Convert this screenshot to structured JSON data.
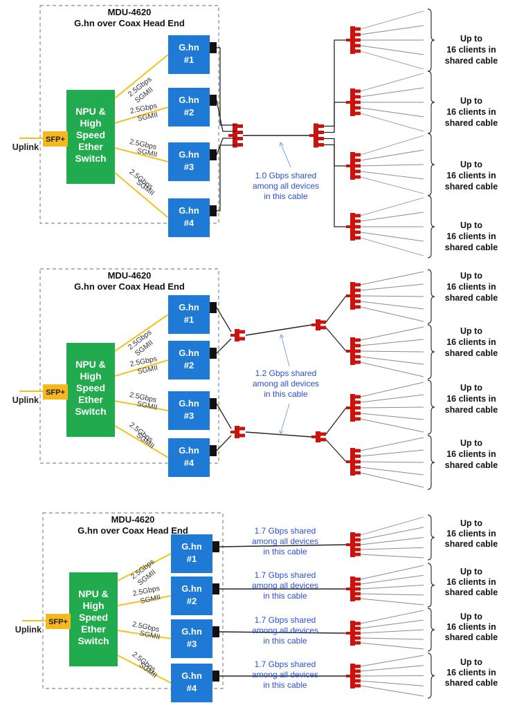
{
  "colors": {
    "ghn_box": "#1f7ad6",
    "npu_box": "#22aa4e",
    "sfp_box": "#f6b81f",
    "sgmii_line": "#f3c219",
    "splitter": "#c8130e",
    "cable": "#222222",
    "annotation_text": "#2a4fd6",
    "annotation_arrow": "#7aa7e0",
    "dashed_border": "#888888"
  },
  "icons": [
    "splitter-icon",
    "connector-icon",
    "brace-icon",
    "arrow-icon"
  ],
  "panels": [
    {
      "title_line1": "MDU-4620",
      "title_line2": "G.hn over Coax Head End",
      "npu_lines": [
        "NPU &",
        "High",
        "Speed",
        "Ether",
        "Switch"
      ],
      "sfp": "SFP+",
      "uplink": "Uplink",
      "links": [
        {
          "speed": "2.5Gbps",
          "iface": "SGMII"
        },
        {
          "speed": "2.5Gbps",
          "iface": "SGMII"
        },
        {
          "speed": "2.5Gbps",
          "iface": "SGMII"
        },
        {
          "speed": "2.5Gbps",
          "iface": "SGMII"
        }
      ],
      "ghn": [
        {
          "name": "G.hn",
          "num": "#1"
        },
        {
          "name": "G.hn",
          "num": "#2"
        },
        {
          "name": "G.hn",
          "num": "#3"
        },
        {
          "name": "G.hn",
          "num": "#4"
        }
      ],
      "shared_notes": [
        [
          "1.0 Gbps shared",
          "among all devices",
          "in this cable"
        ]
      ],
      "clients": [
        [
          "Up to",
          "16 clients in",
          "shared cable"
        ],
        [
          "Up to",
          "16 clients in",
          "shared cable"
        ],
        [
          "Up to",
          "16 clients in",
          "shared cable"
        ],
        [
          "Up to",
          "16 clients in",
          "shared cable"
        ]
      ]
    },
    {
      "title_line1": "MDU-4620",
      "title_line2": "G.hn over Coax Head End",
      "npu_lines": [
        "NPU &",
        "High",
        "Speed",
        "Ether",
        "Switch"
      ],
      "sfp": "SFP+",
      "uplink": "Uplink",
      "links": [
        {
          "speed": "2.5Gbps",
          "iface": "SGMII"
        },
        {
          "speed": "2.5Gbps",
          "iface": "SGMII"
        },
        {
          "speed": "2.5Gbps",
          "iface": "SGMII"
        },
        {
          "speed": "2.5Gbps",
          "iface": "SGMII"
        }
      ],
      "ghn": [
        {
          "name": "G.hn",
          "num": "#1"
        },
        {
          "name": "G.hn",
          "num": "#2"
        },
        {
          "name": "G.hn",
          "num": "#3"
        },
        {
          "name": "G.hn",
          "num": "#4"
        }
      ],
      "shared_notes": [
        [
          "1.2 Gbps shared",
          "among all devices",
          "in this cable"
        ]
      ],
      "clients": [
        [
          "Up to",
          "16 clients in",
          "shared cable"
        ],
        [
          "Up to",
          "16 clients in",
          "shared cable"
        ],
        [
          "Up to",
          "16 clients in",
          "shared cable"
        ],
        [
          "Up to",
          "16 clients in",
          "shared cable"
        ]
      ]
    },
    {
      "title_line1": "MDU-4620",
      "title_line2": "G.hn over Coax Head End",
      "npu_lines": [
        "NPU &",
        "High",
        "Speed",
        "Ether",
        "Switch"
      ],
      "sfp": "SFP+",
      "uplink": "Uplink",
      "links": [
        {
          "speed": "2.5Gbps",
          "iface": "SGMII"
        },
        {
          "speed": "2.5Gbps",
          "iface": "SGMII"
        },
        {
          "speed": "2.5Gbps",
          "iface": "SGMII"
        },
        {
          "speed": "2.5Gbps",
          "iface": "SGMII"
        }
      ],
      "ghn": [
        {
          "name": "G.hn",
          "num": "#1"
        },
        {
          "name": "G.hn",
          "num": "#2"
        },
        {
          "name": "G.hn",
          "num": "#3"
        },
        {
          "name": "G.hn",
          "num": "#4"
        }
      ],
      "shared_notes": [
        [
          "1.7 Gbps shared",
          "among all devices",
          "in this cable"
        ],
        [
          "1.7 Gbps shared",
          "among all devices",
          "in this cable"
        ],
        [
          "1.7 Gbps shared",
          "among all devices",
          "in this cable"
        ],
        [
          "1.7 Gbps shared",
          "among all devices",
          "in this cable"
        ]
      ],
      "clients": [
        [
          "Up to",
          "16 clients in",
          "shared cable"
        ],
        [
          "Up to",
          "16 clients in",
          "shared cable"
        ],
        [
          "Up to",
          "16 clients in",
          "shared cable"
        ],
        [
          "Up to",
          "16 clients in",
          "shared cable"
        ]
      ]
    }
  ]
}
